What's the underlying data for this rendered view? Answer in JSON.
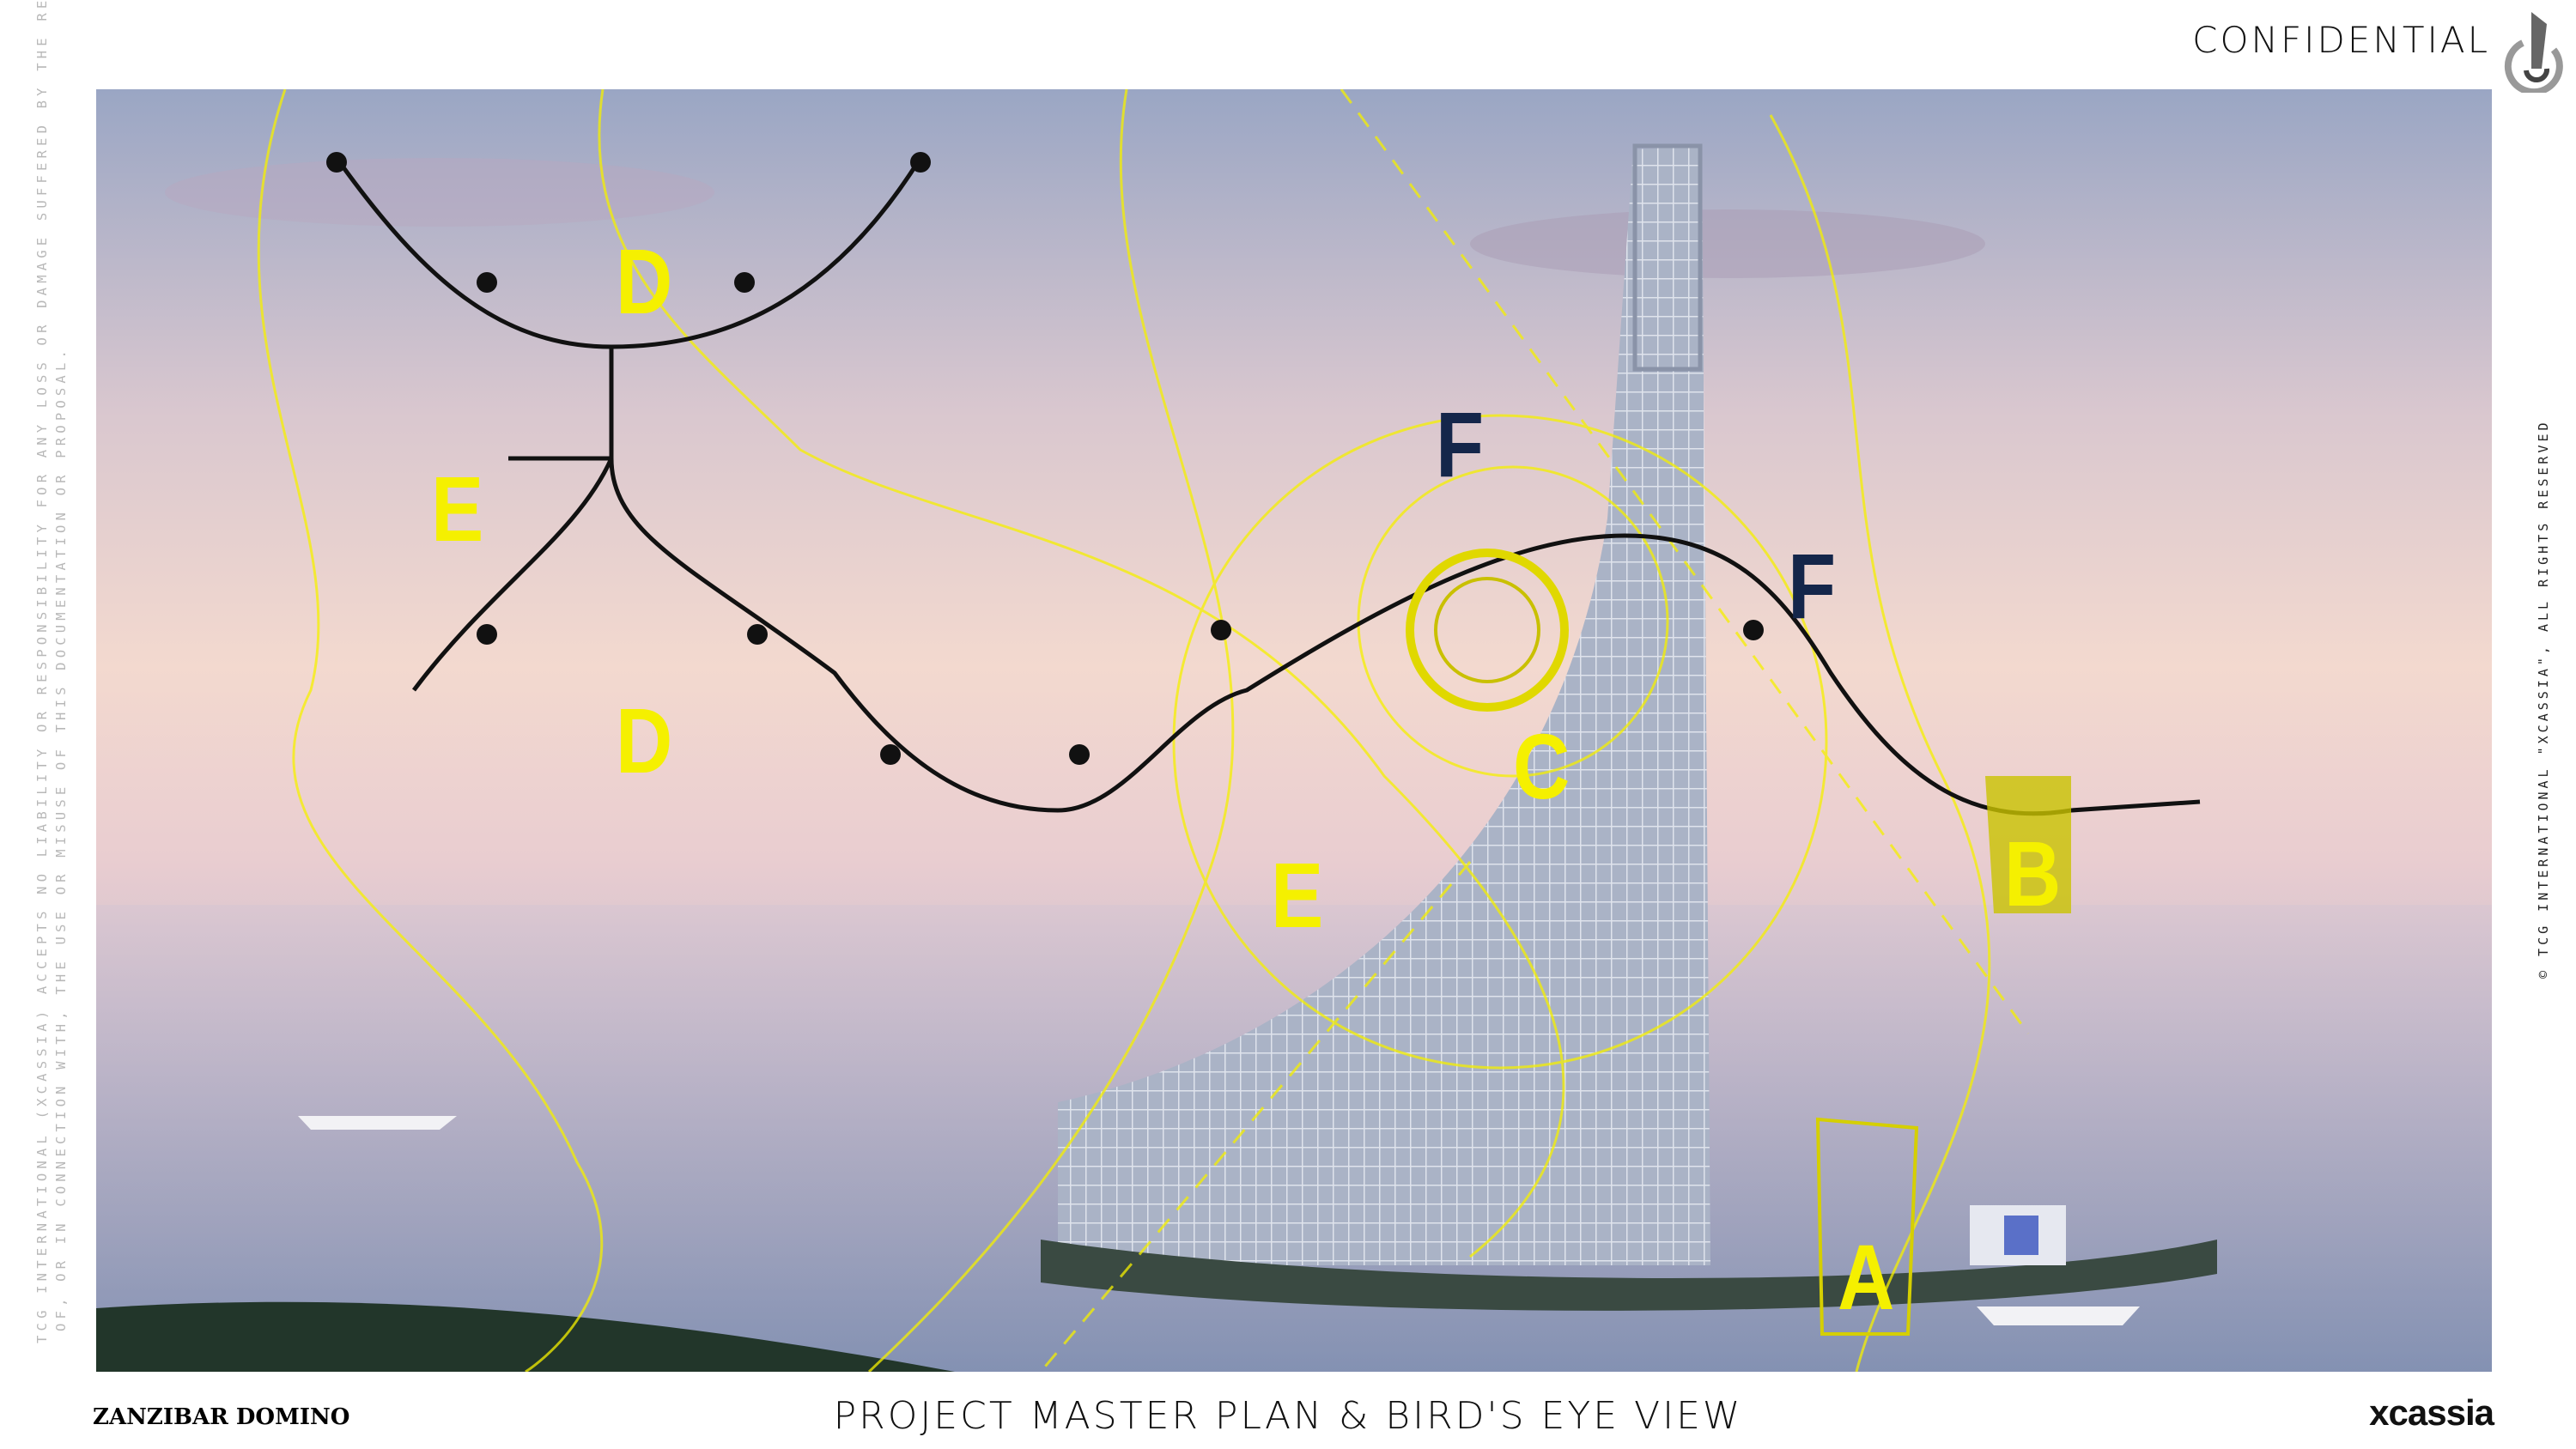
{
  "header": {
    "confidential": "CONFIDENTIAL",
    "logo_icon": "tower-spiral-logo"
  },
  "disclaimer": {
    "line1": "TCG INTERNATIONAL (XCASSIA) ACCEPTS NO LIABILITY OR RESPONSIBILITY FOR ANY LOSS OR DAMAGE SUFFERED BY THE RECIPIENT ARISING OUT",
    "line2": "OF, OR IN CONNECTION WITH, THE USE OR MISUSE OF THIS DOCUMENTATION OR PROPOSAL."
  },
  "copyright": "© TCG INTERNATIONAL \"XCASSIA\", ALL RIGHTS RESERVED",
  "plan_labels": {
    "A": "A",
    "B": "B",
    "C": "C",
    "D1": "D",
    "D2": "D",
    "E1": "E",
    "E2": "E",
    "F1": "F",
    "F2": "F"
  },
  "colors": {
    "overlay_yellow": "#f5f000",
    "label_navy": "#14264a"
  },
  "footer": {
    "project_name": "ZANZIBAR DOMINO",
    "title": "PROJECT MASTER PLAN & BIRD'S EYE VIEW",
    "brand": "xcassia"
  }
}
